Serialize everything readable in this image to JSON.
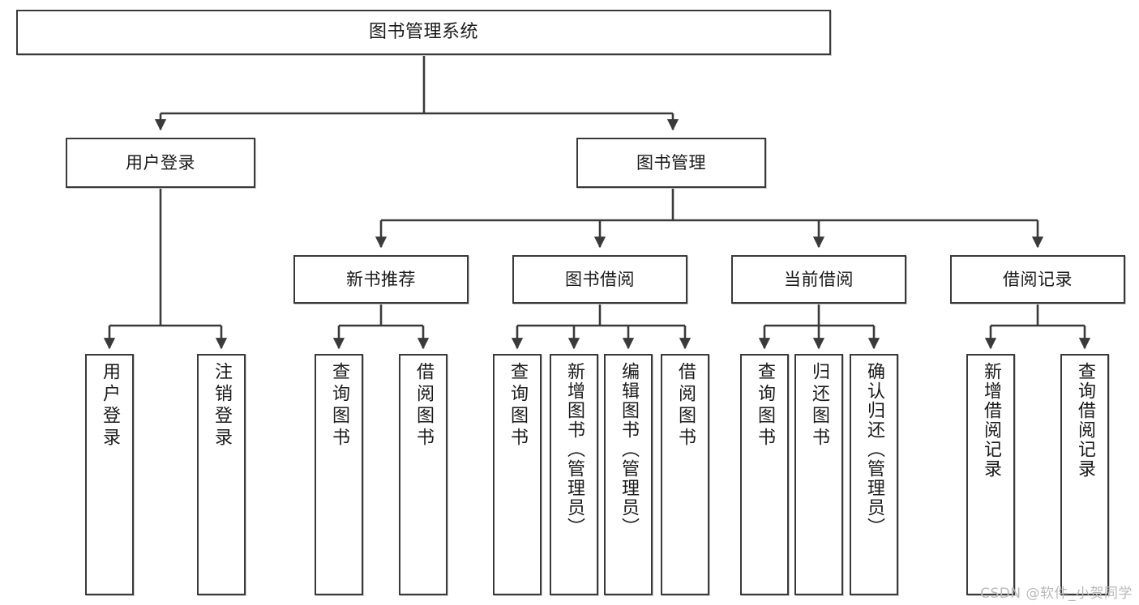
{
  "diagram": {
    "title": "图书管理系统",
    "watermark": "CSDN @软件_小贺同学",
    "line_color": "#3a3a3a",
    "box_fill": "#ffffff",
    "text_color": "#1a1a1a",
    "nodes": {
      "root": {
        "label": "图书管理系统"
      },
      "level2": [
        {
          "label": "用户登录"
        },
        {
          "label": "图书管理"
        }
      ],
      "level3": [
        {
          "label": "新书推荐"
        },
        {
          "label": "图书借阅"
        },
        {
          "label": "当前借阅"
        },
        {
          "label": "借阅记录"
        }
      ],
      "leaves": {
        "user_login": [
          {
            "label": "用户登录"
          },
          {
            "label": "注销登录"
          }
        ],
        "new_book": [
          {
            "label": "查询图书"
          },
          {
            "label": "借阅图书"
          }
        ],
        "book_borrow": [
          {
            "label": "查询图书"
          },
          {
            "label": "新增图书（管理员）"
          },
          {
            "label": "编辑图书（管理员）"
          },
          {
            "label": "借阅图书"
          }
        ],
        "current_borrow": [
          {
            "label": "查询图书"
          },
          {
            "label": "归还图书"
          },
          {
            "label": "确认归还（管理员）"
          }
        ],
        "borrow_record": [
          {
            "label": "新增借阅记录"
          },
          {
            "label": "查询借阅记录"
          }
        ]
      }
    }
  }
}
